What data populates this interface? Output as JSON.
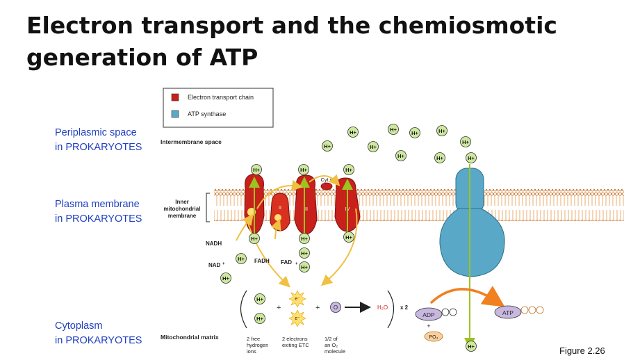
{
  "title": "Electron transport and the chemiosmotic generation of ATP",
  "side_labels": {
    "periplasmic_1": "Periplasmic space",
    "periplasmic_2": "in PROKARYOTES",
    "plasma_1": "Plasma membrane",
    "plasma_2": "in PROKARYOTES",
    "cytoplasm_1": "Cytoplasm",
    "cytoplasm_2": "in PROKARYOTES"
  },
  "legend": {
    "etc": "Electron transport chain",
    "atp_synthase": "ATP synthase",
    "etc_color": "#c8201b",
    "synthase_color": "#5aa8c8"
  },
  "labels": {
    "intermembrane_space": "Intermembrane space",
    "inner_1": "Inner",
    "inner_2": "mitochondrial",
    "inner_3": "membrane",
    "mito_matrix": "Mitochondrial matrix",
    "nadh": "NADH",
    "nad": "NAD",
    "fadh2": "FADH",
    "fad": "FAD",
    "cyt_c": "Cyt c",
    "complex_2": "II",
    "complex_3": "III",
    "complex_4": "IV",
    "h_plus": "H+",
    "e_minus": "e⁻",
    "o": "O",
    "h2o": "H₂O",
    "x2": "x 2",
    "plus": "+",
    "adp": "ADP",
    "atp": "ATP",
    "po4": "PO₄",
    "cap_1a": "2 free",
    "cap_1b": "hydrogen",
    "cap_1c": "ions",
    "cap_2a": "2 electrons",
    "cap_2b": "exiting ETC",
    "cap_3a": "1/2 of",
    "cap_3b": "an O₂",
    "cap_3c": "molecule"
  },
  "figure_label": "Figure 2.26"
}
